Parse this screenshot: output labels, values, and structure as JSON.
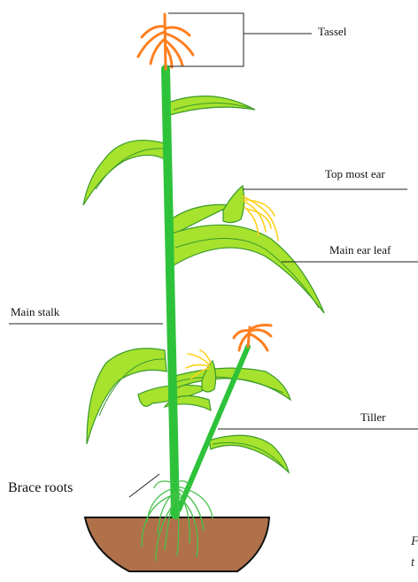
{
  "labels": {
    "tassel": "Tassel",
    "top_most_ear": "Top most ear",
    "main_ear_leaf": "Main ear leaf",
    "main_stalk": "Main stalk",
    "tiller": "Tiller",
    "brace_roots": "Brace roots"
  },
  "cutoff": {
    "line1": "F",
    "line2": "t"
  },
  "colors": {
    "stalk": "#2ec23a",
    "leaf": "#a6e22e",
    "tassel": "#ff7f1f",
    "silk": "#ffd21a",
    "soil": "#b0714a"
  }
}
